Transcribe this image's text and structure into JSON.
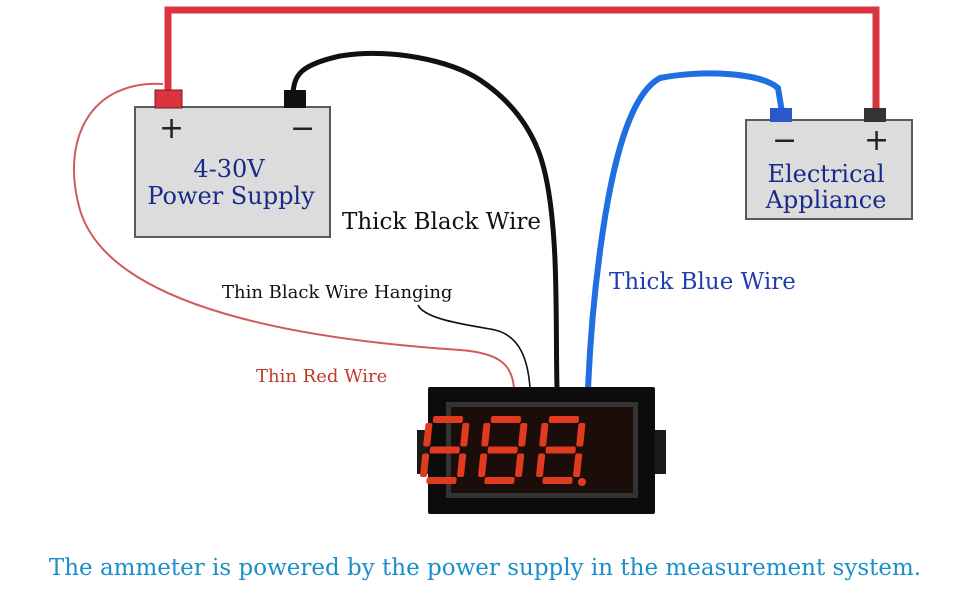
{
  "power_supply": {
    "label_line1": "4-30V",
    "label_line2": "Power Supply",
    "positive_sign": "+",
    "negative_sign": "−"
  },
  "appliance": {
    "label_line1": "Electrical",
    "label_line2": "Appliance",
    "negative_sign": "−",
    "positive_sign": "+"
  },
  "wires": {
    "thick_black": "Thick Black Wire",
    "thin_black": "Thin Black Wire Hanging",
    "thin_red": "Thin Red Wire",
    "thick_blue": "Thick Blue Wire"
  },
  "display_digits": "88.8",
  "caption": "The ammeter is powered by the power supply in the measurement system.",
  "colors": {
    "red_wire": "#d9343f",
    "thin_red_wire": "#d05a5a",
    "black_wire": "#111111",
    "blue_wire": "#1f6fe0",
    "box_fill": "#dcdcdc",
    "label_blue": "#1a2a8a",
    "caption_blue": "#1b8fc9",
    "segment_red": "#e23a1e"
  }
}
